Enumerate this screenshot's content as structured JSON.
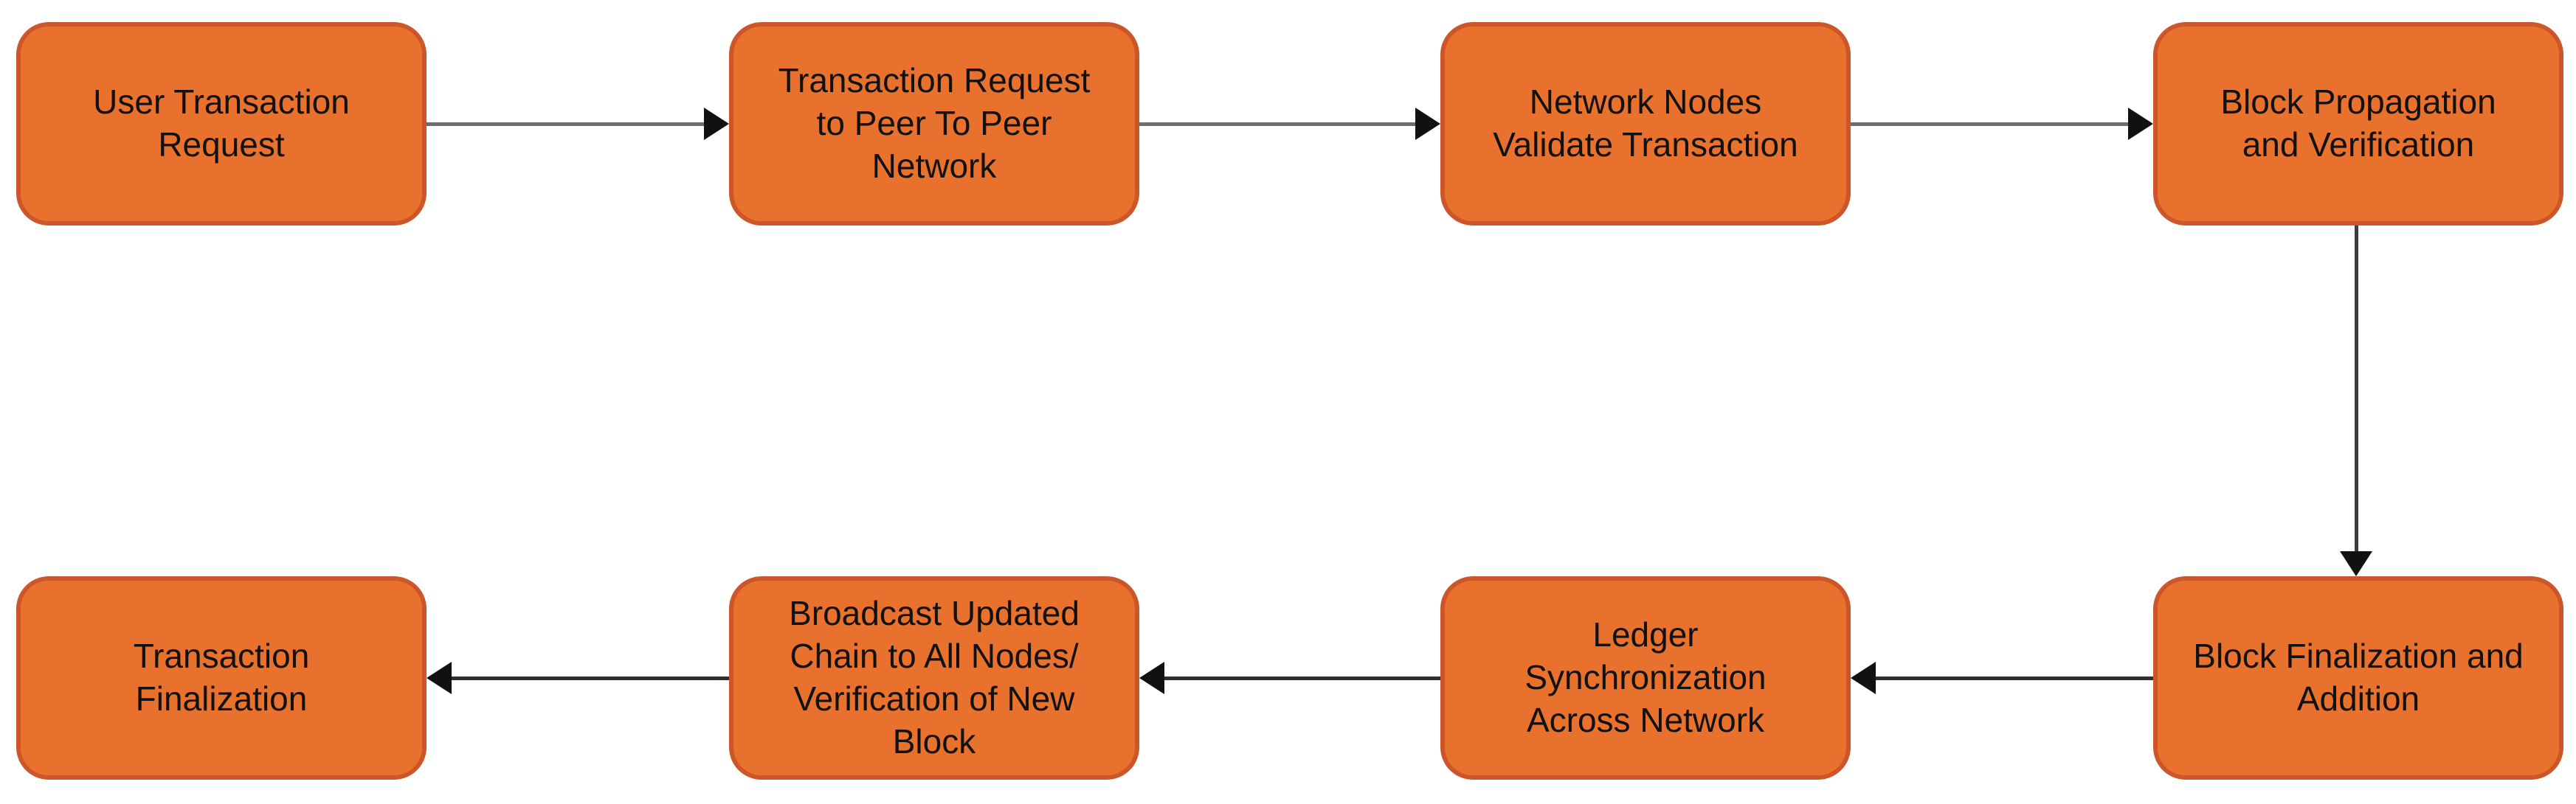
{
  "theme": {
    "node_fill": "#e8722d",
    "node_border": "#cc5629",
    "label_color": "#111111",
    "line_gray": "#6e6e6e",
    "line_dark": "#2f2f2f",
    "line_mid": "#3d3d3d",
    "arrow_color": "#111111",
    "background": "#ffffff"
  },
  "diagram": {
    "type": "flowchart",
    "nodes": [
      {
        "id": "user-transaction-request",
        "label": "User Transaction\nRequest"
      },
      {
        "id": "transaction-request-p2p-network",
        "label": "Transaction Request\nto Peer To Peer\nNetwork"
      },
      {
        "id": "network-nodes-validate",
        "label": "Network Nodes\nValidate Transaction"
      },
      {
        "id": "block-propagation-verification",
        "label": "Block Propagation\nand Verification"
      },
      {
        "id": "block-finalization-addition",
        "label": "Block Finalization and\nAddition"
      },
      {
        "id": "ledger-synchronization",
        "label": "Ledger\nSynchronization\nAcross Network"
      },
      {
        "id": "broadcast-updated-chain",
        "label": "Broadcast Updated\nChain to All Nodes/\nVerification of New\nBlock"
      },
      {
        "id": "transaction-finalization",
        "label": "Transaction\nFinalization"
      }
    ],
    "edges": [
      {
        "from": "user-transaction-request",
        "to": "transaction-request-p2p-network",
        "direction": "right"
      },
      {
        "from": "transaction-request-p2p-network",
        "to": "network-nodes-validate",
        "direction": "right"
      },
      {
        "from": "network-nodes-validate",
        "to": "block-propagation-verification",
        "direction": "right"
      },
      {
        "from": "block-propagation-verification",
        "to": "block-finalization-addition",
        "direction": "down"
      },
      {
        "from": "block-finalization-addition",
        "to": "ledger-synchronization",
        "direction": "left"
      },
      {
        "from": "ledger-synchronization",
        "to": "broadcast-updated-chain",
        "direction": "left"
      },
      {
        "from": "broadcast-updated-chain",
        "to": "transaction-finalization",
        "direction": "left"
      }
    ]
  }
}
